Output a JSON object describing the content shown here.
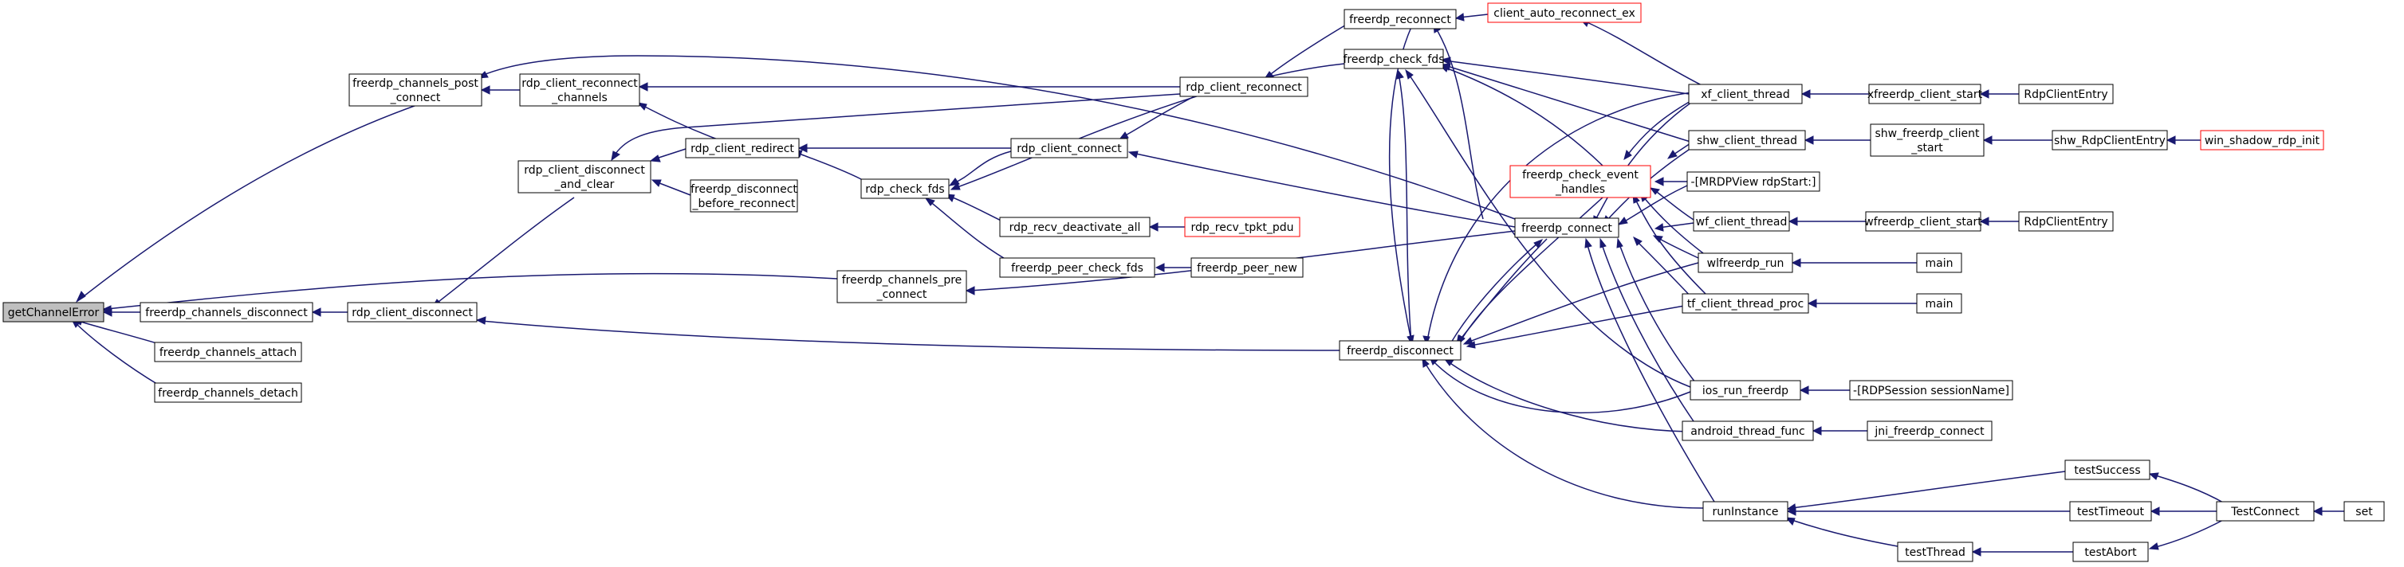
{
  "nodes": {
    "getChannelError": "getChannelError",
    "freerdp_channels_disconnect": "freerdp_channels_disconnect",
    "freerdp_channels_attach": "freerdp_channels_attach",
    "freerdp_channels_detach": "freerdp_channels_detach",
    "freerdp_channels_post_connect_1": "freerdp_channels_post",
    "freerdp_channels_post_connect_2": "_connect",
    "freerdp_channels_pre_connect_1": "freerdp_channels_pre",
    "freerdp_channels_pre_connect_2": "_connect",
    "rdp_client_disconnect": "rdp_client_disconnect",
    "rdp_client_reconnect_channels_1": "rdp_client_reconnect",
    "rdp_client_reconnect_channels_2": "_channels",
    "rdp_client_disconnect_and_clear_1": "rdp_client_disconnect",
    "rdp_client_disconnect_and_clear_2": "_and_clear",
    "rdp_client_redirect": "rdp_client_redirect",
    "freerdp_disconnect_before_reconnect_1": "freerdp_disconnect",
    "freerdp_disconnect_before_reconnect_2": "_before_reconnect",
    "rdp_check_fds": "rdp_check_fds",
    "rdp_client_reconnect": "rdp_client_reconnect",
    "rdp_client_connect": "rdp_client_connect",
    "rdp_recv_deactivate_all": "rdp_recv_deactivate_all",
    "rdp_recv_tpkt_pdu": "rdp_recv_tpkt_pdu",
    "freerdp_peer_check_fds": "freerdp_peer_check_fds",
    "freerdp_peer_new": "freerdp_peer_new",
    "freerdp_reconnect": "freerdp_reconnect",
    "client_auto_reconnect_ex": "client_auto_reconnect_ex",
    "freerdp_check_fds": "freerdp_check_fds",
    "freerdp_check_event_handles_1": "freerdp_check_event",
    "freerdp_check_event_handles_2": "_handles",
    "freerdp_connect": "freerdp_connect",
    "freerdp_disconnect": "freerdp_disconnect",
    "xf_client_thread": "xf_client_thread",
    "shw_client_thread": "shw_client_thread",
    "MRDPView_rdpStart": "-[MRDPView rdpStart:]",
    "wf_client_thread": "wf_client_thread",
    "wlfreerdp_run": "wlfreerdp_run",
    "tf_client_thread_proc": "tf_client_thread_proc",
    "ios_run_freerdp": "ios_run_freerdp",
    "android_thread_func": "android_thread_func",
    "runInstance": "runInstance",
    "xfreerdp_client_start": "xfreerdp_client_start",
    "shw_freerdp_client_start_1": "shw_freerdp_client",
    "shw_freerdp_client_start_2": "_start",
    "wfreerdp_client_start": "wfreerdp_client_start",
    "main_wl": "main",
    "main_tf": "main",
    "RDPSession_sessionName": "-[RDPSession sessionName]",
    "jni_freerdp_connect": "jni_freerdp_connect",
    "RdpClientEntry_x": "RdpClientEntry",
    "shw_RdpClientEntry": "shw_RdpClientEntry",
    "win_shadow_rdp_init": "win_shadow_rdp_init",
    "RdpClientEntry_w": "RdpClientEntry",
    "testSuccess": "testSuccess",
    "testTimeout": "testTimeout",
    "testThread": "testThread",
    "testAbort": "testAbort",
    "TestConnect": "TestConnect",
    "set": "set"
  },
  "colors": {
    "edge": "#191970",
    "node_border": "#000000",
    "truncated_node_border": "#ff0000",
    "root_fill": "#bfbfbf"
  }
}
